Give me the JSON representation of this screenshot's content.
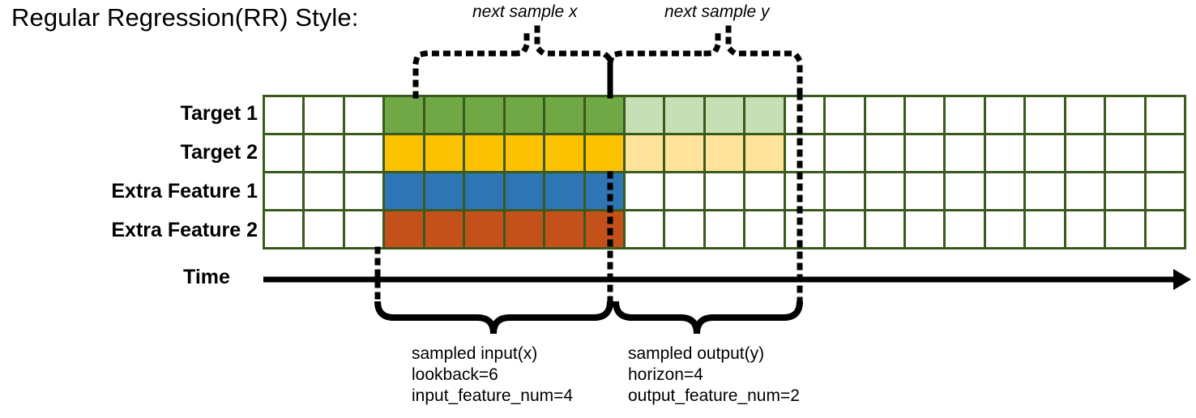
{
  "title": "Regular Regression(RR) Style:",
  "annotations": {
    "next_sample_x": "next sample x",
    "next_sample_y": "next sample y"
  },
  "rows": [
    {
      "label": "Target 1",
      "color": "#6FA844",
      "light_color": "#C5E0B4"
    },
    {
      "label": "Target 2",
      "color": "#FCC200",
      "light_color": "#FFE39B"
    },
    {
      "label": "Extra Feature 1",
      "color": "#2E75B6",
      "light_color": null
    },
    {
      "label": "Extra Feature 2",
      "color": "#C4511A",
      "light_color": null
    }
  ],
  "axis": {
    "label": "Time"
  },
  "grid": {
    "total_columns": 23,
    "leading_blank_columns": 3,
    "input_columns": 6,
    "output_columns": 4,
    "trailing_blank_columns": 10,
    "border_color": "#3A5A1E",
    "empty_cell_color": "#FFFFFF"
  },
  "input_block": {
    "heading": "sampled input(x)",
    "line2": "lookback=6",
    "line3": "input_feature_num=4"
  },
  "output_block": {
    "heading": "sampled output(y)",
    "line2": "horizon=4",
    "line3": "output_feature_num=2"
  },
  "chart_data": {
    "type": "heatmap",
    "title": "Regular Regression(RR) Style:",
    "xlabel": "Time",
    "ylabel": "",
    "categories": [
      "Target 1",
      "Target 2",
      "Extra Feature 1",
      "Extra Feature 2"
    ],
    "columns": 23,
    "legend_position": "none",
    "grid": true,
    "annotations": [
      "next sample x",
      "next sample y",
      "sampled input(x)",
      "sampled output(y)"
    ],
    "series": [
      {
        "name": "Target 1",
        "values": [
          "",
          "",
          "",
          "in",
          "in",
          "in",
          "in",
          "in",
          "in",
          "out",
          "out",
          "out",
          "out",
          "",
          "",
          "",
          "",
          "",
          "",
          "",
          "",
          "",
          ""
        ]
      },
      {
        "name": "Target 2",
        "values": [
          "",
          "",
          "",
          "in",
          "in",
          "in",
          "in",
          "in",
          "in",
          "out",
          "out",
          "out",
          "out",
          "",
          "",
          "",
          "",
          "",
          "",
          "",
          "",
          "",
          ""
        ]
      },
      {
        "name": "Extra Feature 1",
        "values": [
          "",
          "",
          "",
          "in",
          "in",
          "in",
          "in",
          "in",
          "in",
          "",
          "",
          "",
          "",
          "",
          "",
          "",
          "",
          "",
          "",
          "",
          "",
          "",
          ""
        ]
      },
      {
        "name": "Extra Feature 2",
        "values": [
          "",
          "",
          "",
          "in",
          "in",
          "in",
          "in",
          "in",
          "in",
          "",
          "",
          "",
          "",
          "",
          "",
          "",
          "",
          "",
          "",
          "",
          "",
          "",
          ""
        ]
      }
    ],
    "input_span": {
      "start_column": 4,
      "end_column": 9,
      "lookback": 6,
      "input_feature_num": 4
    },
    "output_span": {
      "start_column": 10,
      "end_column": 13,
      "horizon": 4,
      "output_feature_num": 2
    }
  }
}
